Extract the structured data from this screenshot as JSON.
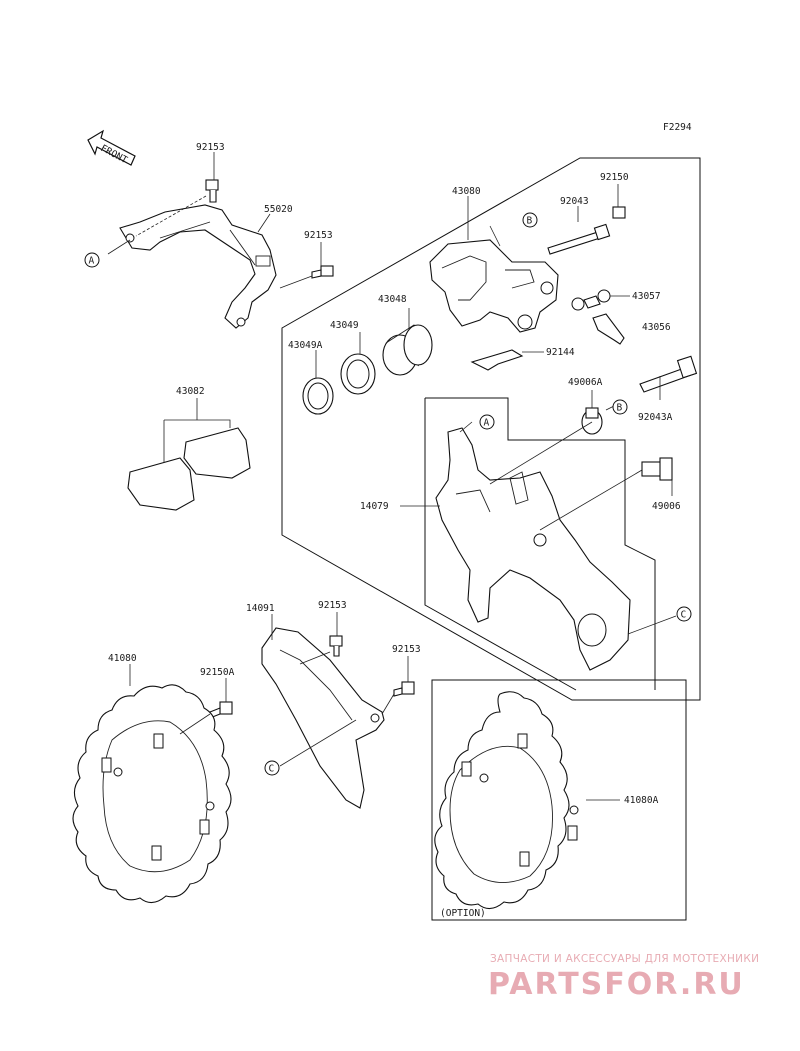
{
  "figure_code": "F2294",
  "front_arrow_label": "FRONT",
  "callouts": {
    "a1": "A",
    "a2": "A",
    "b1": "B",
    "b2": "B",
    "c1": "C",
    "c2": "C"
  },
  "parts": {
    "p92153_top": "92153",
    "p55020": "55020",
    "p92153_mid": "92153",
    "p43080": "43080",
    "p92150": "92150",
    "p92043": "92043",
    "p43057": "43057",
    "p43056": "43056",
    "p43048": "43048",
    "p43049": "43049",
    "p43049A": "43049A",
    "p92144": "92144",
    "p43082": "43082",
    "p49006A": "49006A",
    "p92043A": "92043A",
    "p14079": "14079",
    "p49006": "49006",
    "p14091": "14091",
    "p92153_guard": "92153",
    "p92153_right": "92153",
    "p41080": "41080",
    "p92150A": "92150A",
    "p41080A": "41080A"
  },
  "option_label": "(OPTION)",
  "watermark": {
    "tagline": "ЗАПЧАСТИ И АКСЕССУАРЫ ДЛЯ МОТОТЕХНИКИ",
    "brand": "PARTSFOR.RU",
    "color": "#e0909a"
  }
}
